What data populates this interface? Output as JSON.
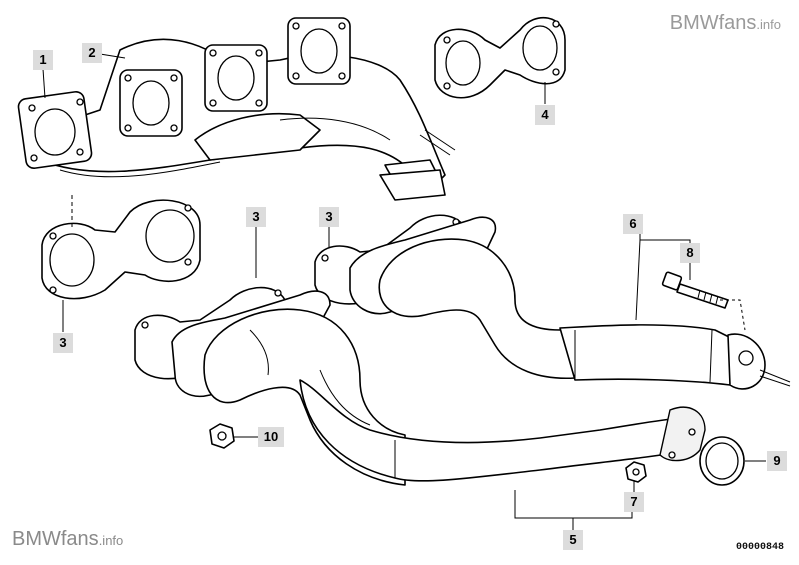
{
  "watermark": {
    "brand": "BMWfans",
    "suffix": ".info"
  },
  "reference_code": "00000848",
  "callouts": [
    {
      "id": "c1",
      "label": "1"
    },
    {
      "id": "c2",
      "label": "2"
    },
    {
      "id": "c3a",
      "label": "3"
    },
    {
      "id": "c3b",
      "label": "3"
    },
    {
      "id": "c3c",
      "label": "3"
    },
    {
      "id": "c4",
      "label": "4"
    },
    {
      "id": "c5",
      "label": "5"
    },
    {
      "id": "c6",
      "label": "6"
    },
    {
      "id": "c7",
      "label": "7"
    },
    {
      "id": "c8",
      "label": "8"
    },
    {
      "id": "c9",
      "label": "9"
    },
    {
      "id": "c10",
      "label": "10"
    }
  ]
}
